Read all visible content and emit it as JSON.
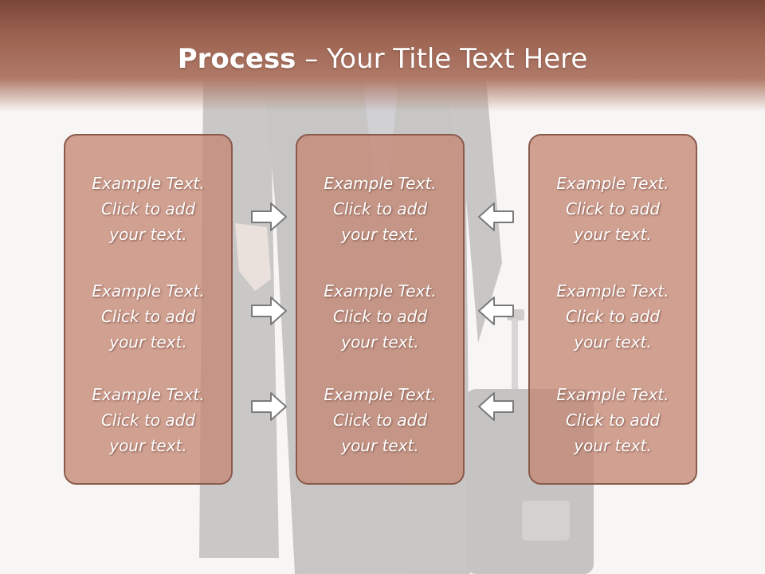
{
  "slide": {
    "title_bold": "Process",
    "title_rest": " – Your Title Text Here"
  },
  "colors": {
    "header": "#9e6452",
    "panel_fill": "#c48874",
    "panel_border": "#8a5a4c",
    "text": "#ffffff",
    "arrow_stroke": "#7a7a7a"
  },
  "columns": [
    {
      "cells": [
        {
          "line1": "Example Text.",
          "line2": "Click  to add",
          "line3": "your text."
        },
        {
          "line1": "Example Text.",
          "line2": "Click  to add",
          "line3": "your text."
        },
        {
          "line1": "Example Text.",
          "line2": "Click  to add",
          "line3": "your text."
        }
      ]
    },
    {
      "cells": [
        {
          "line1": "Example Text.",
          "line2": "Click  to add",
          "line3": "your text."
        },
        {
          "line1": "Example Text.",
          "line2": "Click  to add",
          "line3": "your text."
        },
        {
          "line1": "Example Text.",
          "line2": "Click  to add",
          "line3": "your text."
        }
      ]
    },
    {
      "cells": [
        {
          "line1": "Example Text.",
          "line2": "Click  to add",
          "line3": "your text."
        },
        {
          "line1": "Example Text.",
          "line2": "Click  to add",
          "line3": "your text."
        },
        {
          "line1": "Example Text.",
          "line2": "Click  to add",
          "line3": "your text."
        }
      ]
    }
  ],
  "arrows": {
    "left": [
      "arrow-right-icon",
      "arrow-right-icon",
      "arrow-right-icon"
    ],
    "right": [
      "arrow-left-icon",
      "arrow-left-icon",
      "arrow-left-icon"
    ]
  }
}
